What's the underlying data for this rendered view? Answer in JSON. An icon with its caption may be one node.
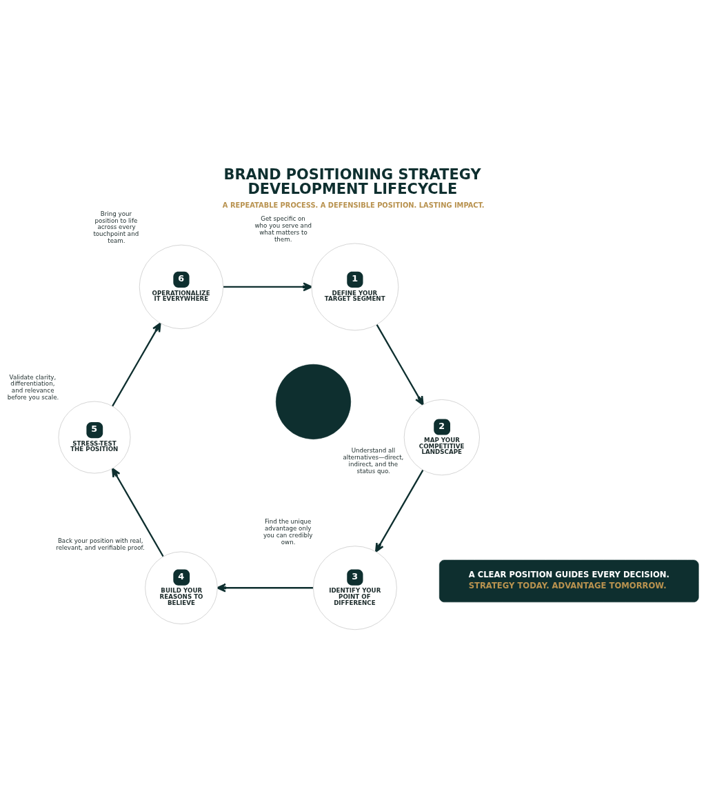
{
  "diagram": {
    "title": "BRAND POSITIONING STRATEGY DEVELOPMENT LIFECYCLE",
    "caption": "A REPEATABLE PROCESS. A DEFENSIBLE POSITION. LASTING IMPACT.",
    "nodes": [
      {
        "text": [
          "1",
          "DEFINE YOUR TARGET SEGMENT"
        ],
        "beside": [
          "Get specific on who you serve and what matters to them."
        ]
      },
      {
        "text": [
          "2",
          "MAP YOUR COMPETITIVE LANDSCAPE"
        ],
        "beside": [
          "Understand all alternatives—direct, indirect, and the status quo."
        ]
      },
      {
        "text": [
          "3",
          "IDENTIFY YOUR POINT OF DIFFERENCE"
        ],
        "beside": [
          "Find the unique advantage only you can credibly own."
        ]
      },
      {
        "text": [
          "4",
          "BUILD YOUR REASONS TO BELIEVE"
        ],
        "beside": [
          "Back your position with real, relevant, and verifiable proof."
        ]
      },
      {
        "text": [
          "5",
          "STRESS-TEST THE POSITION"
        ],
        "beside": [
          "Validate clarity, differentiation, and relevance before you scale."
        ]
      },
      {
        "text": [
          "6",
          "OPERATIONALIZE IT EVERYWHERE"
        ],
        "beside": [
          "Bring your position to life across every touchpoint and team."
        ]
      },
      {
        "text": [],
        "shape": "circle"
      },
      {
        "text": [
          "A CLEAR POSITION GUIDES EVERY DECISION.",
          "STRATEGY TODAY. ADVANTAGE TOMORROW."
        ]
      }
    ],
    "edges": [
      {
        "from": 0,
        "to": 1,
        "arrow": "to"
      },
      {
        "from": 1,
        "to": 2,
        "arrow": "to"
      },
      {
        "from": 2,
        "to": 3,
        "arrow": "to"
      },
      {
        "from": 3,
        "to": 4,
        "arrow": "to"
      },
      {
        "from": 4,
        "to": 5,
        "arrow": "to"
      },
      {
        "from": 5,
        "to": 0,
        "arrow": "to"
      }
    ]
  }
}
